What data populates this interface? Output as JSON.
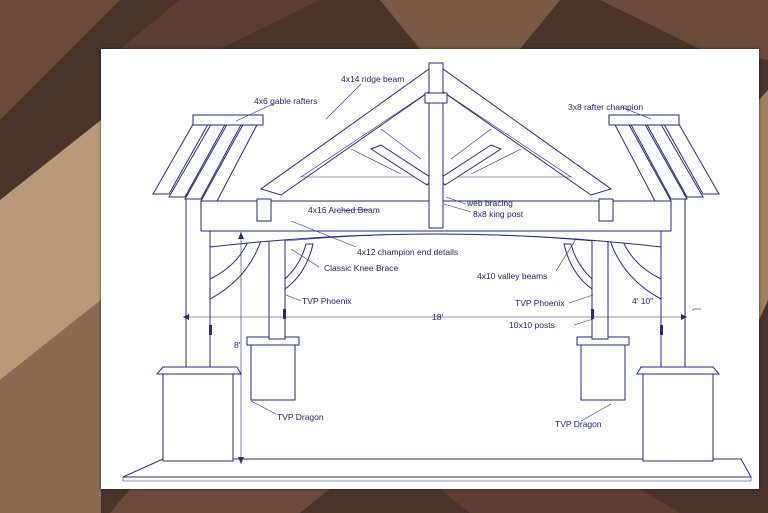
{
  "background": {
    "colors": [
      "#3a2620",
      "#6b4a3a",
      "#b89a78"
    ]
  },
  "drawing": {
    "line_color": "#2a2a86",
    "labels": {
      "ridge_beam": "4x14 ridge beam",
      "gable_rafters": "4x6 gable rafters",
      "rafter_champion": "3x8 rafter champion",
      "web_bracing": "web bracing",
      "king_post": "8x8 king post",
      "arched_beam": "4x16 Arched Beam",
      "champion_end": "4x12 champion end details",
      "knee_brace": "Classic Knee Brace",
      "valley_beams": "4x10 valley beams",
      "phoenix_left": "TVP Phoenix",
      "phoenix_right": "TVP Phoenix",
      "width_dim": "18'",
      "posts": "10x10 posts",
      "height_dim": "8'",
      "side_dim": "4' 10\"",
      "dragon_left": "TVP Dragon",
      "dragon_right": "TVP Dragon"
    }
  }
}
